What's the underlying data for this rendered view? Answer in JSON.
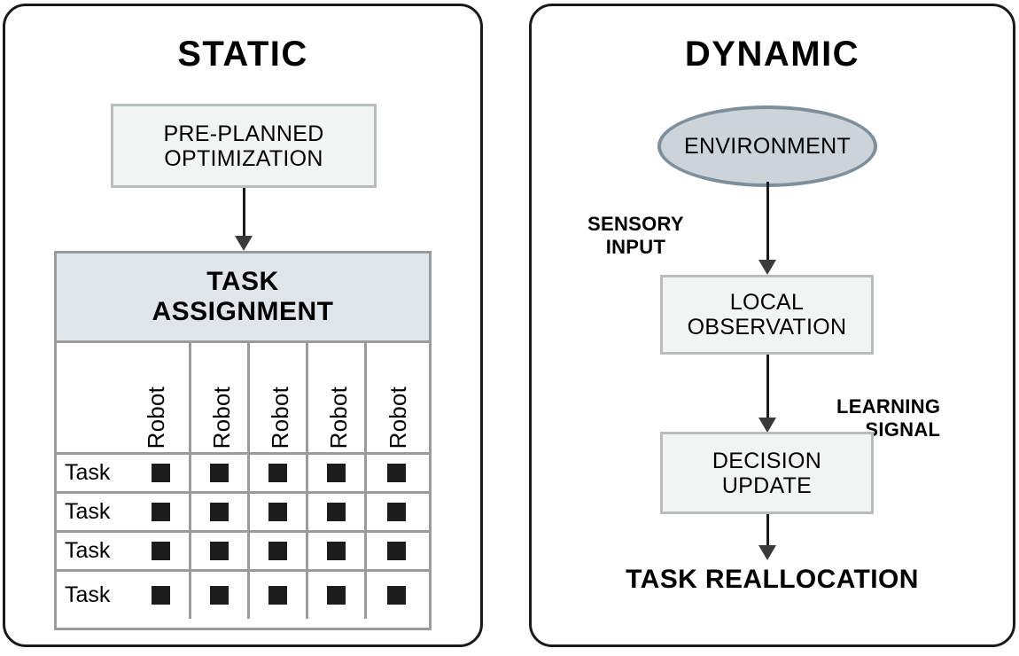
{
  "panels": {
    "static": {
      "title": "STATIC",
      "preplanned_box": [
        "PRE-PLANNED",
        "OPTIMIZATION"
      ],
      "table": {
        "header": [
          "TASK",
          "ASSIGNMENT"
        ],
        "column_headers": [
          "Robot",
          "Robot",
          "Robot",
          "Robot",
          "Robot"
        ],
        "row_label": "Task",
        "rows": [
          {
            "label": "Task",
            "cells": [
              true,
              true,
              true,
              true,
              true
            ]
          },
          {
            "label": "Task",
            "cells": [
              true,
              true,
              true,
              true,
              true
            ]
          },
          {
            "label": "Task",
            "cells": [
              true,
              true,
              true,
              true,
              true
            ]
          },
          {
            "label": "Task",
            "cells": [
              true,
              true,
              true,
              true,
              true
            ]
          }
        ]
      }
    },
    "dynamic": {
      "title": "DYNAMIC",
      "environment_node": "ENVIRONMENT",
      "sensory_label": [
        "SENSORY",
        "INPUT"
      ],
      "local_observation_box": [
        "LOCAL",
        "OBSERVATION"
      ],
      "learning_label": [
        "LEARNING",
        "SIGNAL"
      ],
      "decision_update_box": [
        "DECISION",
        "UPDATE"
      ],
      "outcome": "TASK REALLOCATION"
    }
  },
  "colors": {
    "panel_border": "#1a1a1a",
    "box_fill": "#f2f3f3",
    "box_border": "#b8bcbd",
    "table_border": "#9b9b9b",
    "table_header_fill": "#dfe5e9",
    "ellipse_fill": "#ccd3d9",
    "ellipse_border": "#7d8f9c",
    "marker_fill": "#1c1c1c",
    "arrow": "#1a1a1a",
    "text": "#000000"
  }
}
